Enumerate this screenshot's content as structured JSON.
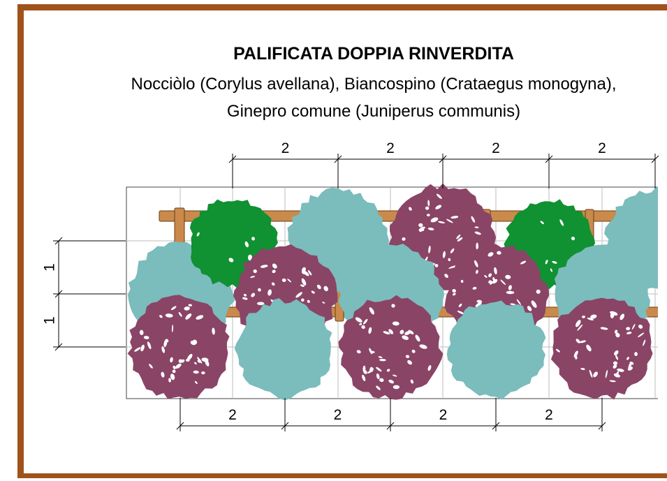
{
  "title": "PALIFICATA DOPPIA RINVERDITA",
  "subtitle_line1": "Nocciòlo (Corylus avellana), Biancospino (Crataegus monogyna),",
  "subtitle_line2": "Ginepro comune (Juniperus communis)",
  "dimensions": {
    "top": [
      "2",
      "2",
      "2",
      "2"
    ],
    "bottom": [
      "2",
      "2",
      "2",
      "2"
    ],
    "left": [
      "1",
      "1"
    ]
  },
  "colors": {
    "frame": "#a0521b",
    "nocciolo": "#7bbcbc",
    "biancospino": "#8a4466",
    "ginepro": "#109132",
    "timber": "#c98a4b",
    "grid": "#bdbdbd"
  }
}
